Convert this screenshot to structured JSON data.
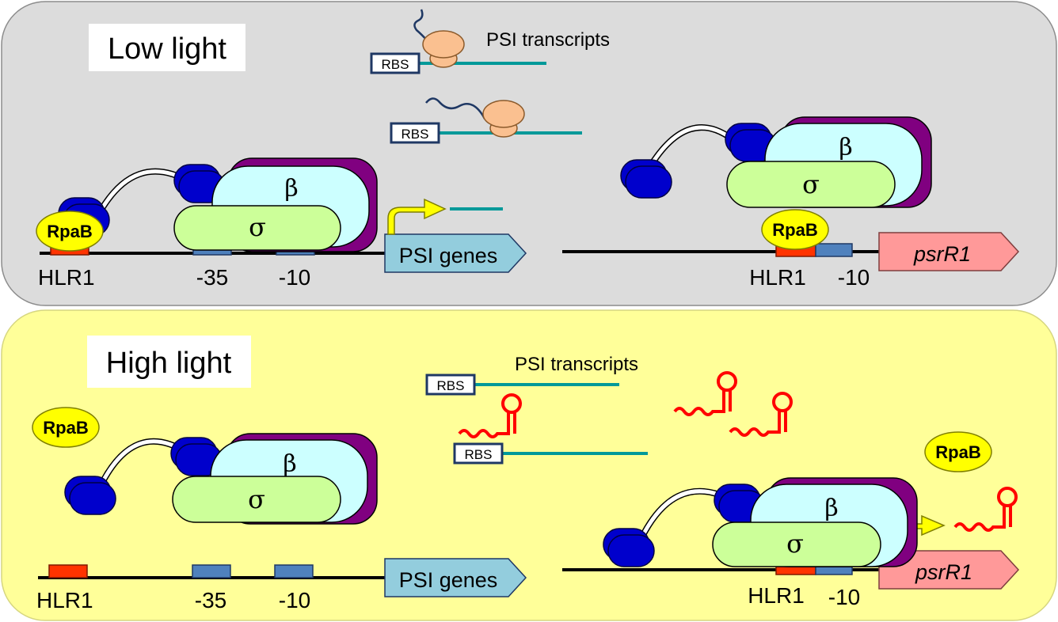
{
  "panels": {
    "low_light": {
      "title": "Low light",
      "transcripts_label": "PSI transcripts",
      "rbs_labels": [
        "RBS",
        "RBS"
      ],
      "polymerase_left": {
        "beta": "β",
        "sigma": "σ"
      },
      "polymerase_right": {
        "beta": "β",
        "sigma": "σ"
      },
      "rpab_labels": [
        "RpaB",
        "RpaB"
      ],
      "left_promoter": {
        "hlr1": "HLR1",
        "minus35": "-35",
        "minus10": "-10",
        "gene": "PSI genes"
      },
      "right_promoter": {
        "hlr1": "HLR1",
        "minus10": "-10",
        "gene": "psrR1"
      }
    },
    "high_light": {
      "title": "High light",
      "transcripts_label": "PSI transcripts",
      "rbs_labels": [
        "RBS",
        "RBS"
      ],
      "polymerase_left": {
        "beta": "β",
        "sigma": "σ"
      },
      "polymerase_right": {
        "beta": "β",
        "sigma": "σ"
      },
      "rpab_labels": [
        "RpaB",
        "RpaB"
      ],
      "left_promoter": {
        "hlr1": "HLR1",
        "minus35": "-35",
        "minus10": "-10",
        "gene": "PSI genes"
      },
      "right_promoter": {
        "hlr1": "HLR1",
        "minus10": "-10",
        "gene": "psrR1"
      }
    }
  },
  "colors": {
    "low_light_bg": "#dcdcdc",
    "high_light_bg": "#ffff99",
    "beta": "#ccffff",
    "sigma": "#ccff99",
    "beta_back": "#800080",
    "alpha": "#0000cc",
    "rpab": "#ffff00",
    "hlr1_box": "#ff3300",
    "promoter_box": "#4f81bd",
    "psi_gene": "#93cddd",
    "psrR1_gene": "#ff9999",
    "mrna": "#009999",
    "srna": "#ff0000",
    "ribosome": "#fac090",
    "arrow": "#ffff00"
  }
}
